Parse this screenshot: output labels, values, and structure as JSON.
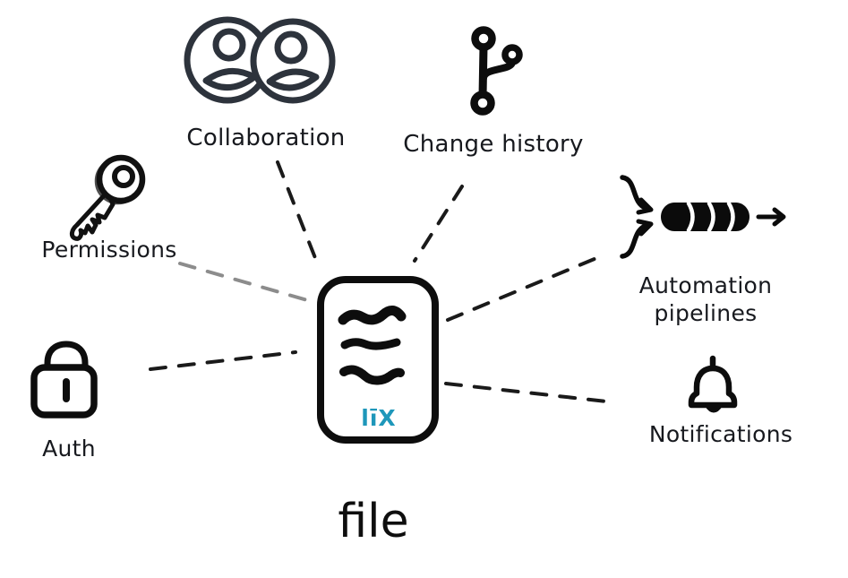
{
  "page": {
    "background": "#ffffff"
  },
  "colors": {
    "ink": "#0d0d0d",
    "collab_ink": "#2d333c",
    "connector": "#1a1a1a",
    "muted_connector": "#8c8c8c",
    "logo": "#1E97BA"
  },
  "center_card": {
    "label": "file",
    "logo_text": "līX",
    "icon": "document-card-icon"
  },
  "nodes": {
    "collaboration": {
      "label": "Collaboration",
      "icon": "users-icon"
    },
    "change_history": {
      "label": "Change history",
      "icon": "git-branch-icon"
    },
    "permissions": {
      "label": "Permissions",
      "icon": "key-icon"
    },
    "auth": {
      "label": "Auth",
      "icon": "lock-icon"
    },
    "automation": {
      "label_line1": "Automation",
      "label_line2": "pipelines",
      "icon": "pipeline-arrows-icon"
    },
    "notifications": {
      "label": "Notifications",
      "icon": "bell-icon"
    }
  },
  "connectors": {
    "style": "dashed",
    "items": [
      {
        "from": "collaboration",
        "to": "file",
        "color": "#1a1a1a"
      },
      {
        "from": "change_history",
        "to": "file",
        "color": "#1a1a1a"
      },
      {
        "from": "permissions",
        "to": "file",
        "color": "#8c8c8c"
      },
      {
        "from": "auth",
        "to": "file",
        "color": "#1a1a1a"
      },
      {
        "from": "file",
        "to": "automation",
        "color": "#1a1a1a"
      },
      {
        "from": "file",
        "to": "notifications",
        "color": "#1a1a1a"
      }
    ]
  }
}
